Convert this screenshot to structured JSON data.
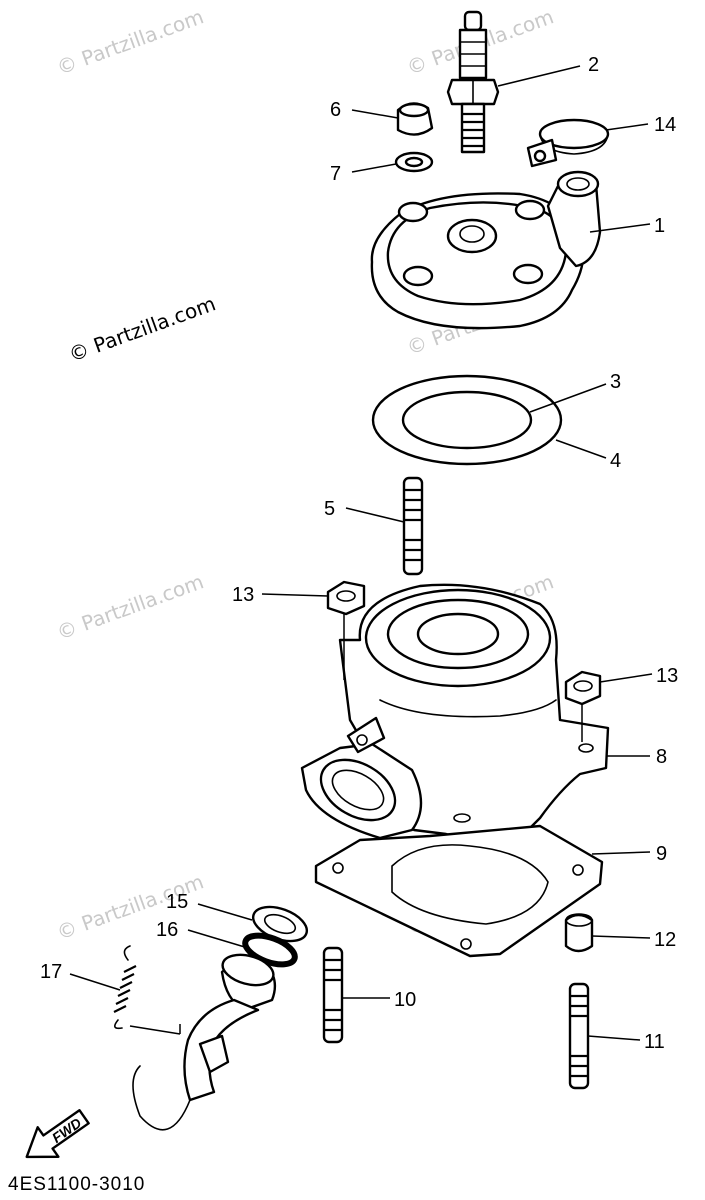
{
  "watermark": "© Partzilla.com",
  "diagram_code": "4ES1100-3010",
  "fwd_label": "FWD",
  "callouts": {
    "c1": "1",
    "c2": "2",
    "c3": "3",
    "c4": "4",
    "c5": "5",
    "c6": "6",
    "c7": "7",
    "c8": "8",
    "c9": "9",
    "c10": "10",
    "c11": "11",
    "c12": "12",
    "c13a": "13",
    "c13b": "13",
    "c14": "14",
    "c15": "15",
    "c16": "16",
    "c17": "17"
  }
}
